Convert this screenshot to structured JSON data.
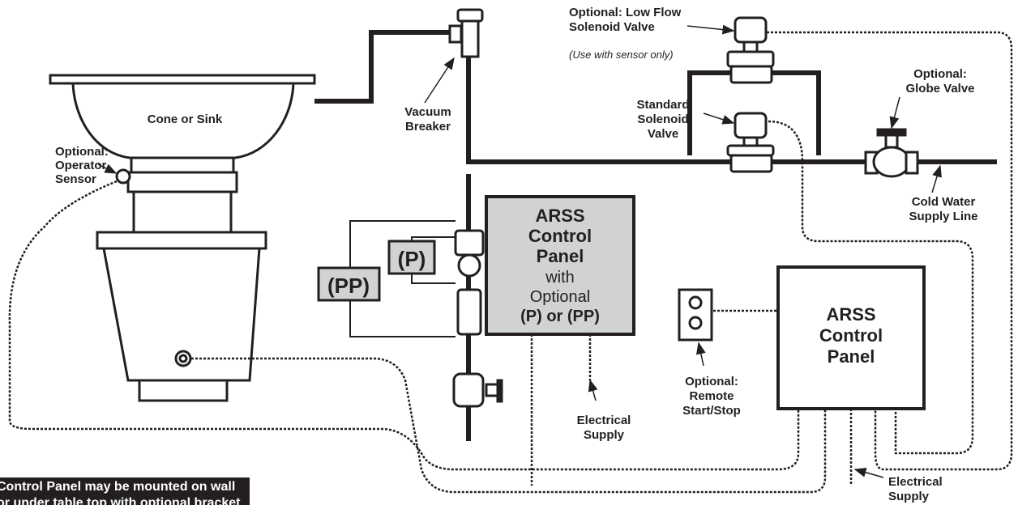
{
  "labels": {
    "cone_or_sink": "Cone or Sink",
    "operator_sensor": [
      "Optional:",
      "Operator",
      "Sensor"
    ],
    "vacuum_breaker": [
      "Vacuum",
      "Breaker"
    ],
    "low_flow_valve": [
      "Optional: Low Flow",
      "Solenoid Valve"
    ],
    "low_flow_note": "(Use with sensor only)",
    "standard_valve": [
      "Standard",
      "Solenoid",
      "Valve"
    ],
    "globe_valve": [
      "Optional:",
      "Globe Valve"
    ],
    "cold_water": [
      "Cold Water",
      "Supply Line"
    ],
    "p_badge": "(P)",
    "pp_badge": "(PP)",
    "panel_optional": [
      "ARSS",
      "Control",
      "Panel",
      "with",
      "Optional",
      "(P) or (PP)"
    ],
    "electrical_supply_1": [
      "Electrical",
      "Supply"
    ],
    "remote_start": [
      "Optional:",
      "Remote",
      "Start/Stop"
    ],
    "panel_main": [
      "ARSS",
      "Control",
      "Panel"
    ],
    "electrical_supply_2": [
      "Electrical",
      "Supply"
    ],
    "note": [
      "Control Panel may be mounted on wall",
      "or under table top with optional bracket"
    ]
  },
  "colors": {
    "ink": "#231f20",
    "panel_fill": "#d1d2d4",
    "body_fill": "#ffffff"
  }
}
